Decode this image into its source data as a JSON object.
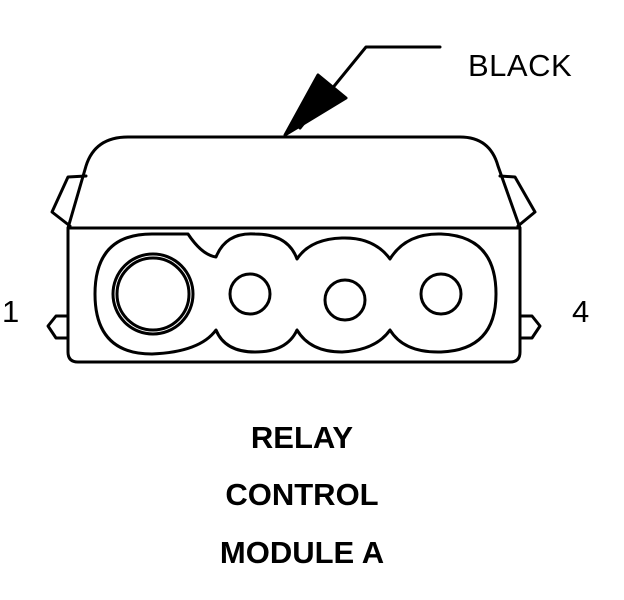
{
  "callout": {
    "label": "BLACK"
  },
  "pins": {
    "first_label": "1",
    "last_label": "4",
    "cavity_count": 4
  },
  "title": {
    "lines": [
      "RELAY",
      "CONTROL",
      "MODULE A"
    ]
  },
  "colors": {
    "line": "#000000",
    "background": "#ffffff"
  }
}
